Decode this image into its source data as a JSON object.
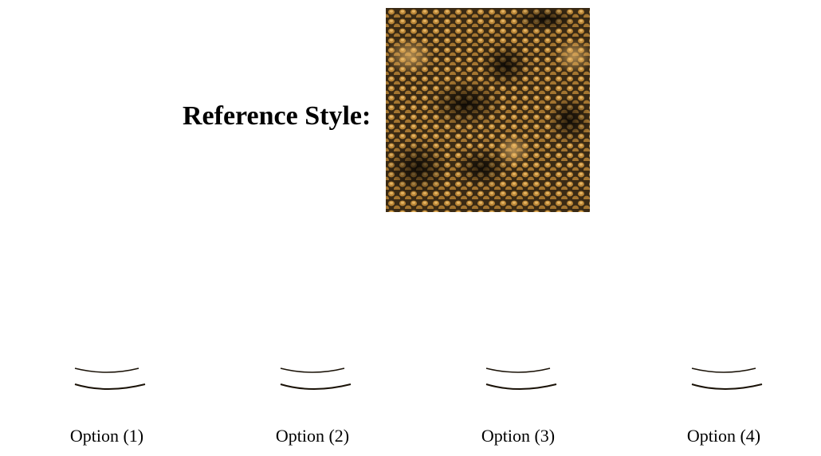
{
  "reference": {
    "label": "Reference Style:",
    "swatch_icon": "scaly-texture-swatch",
    "colors": {
      "base": "#3a2a14",
      "scale": "#c9953f",
      "shadow": "#120c04"
    }
  },
  "options": [
    {
      "label": "Option (1)",
      "icon": "chess-knight-textured"
    },
    {
      "label": "Option (2)",
      "icon": "chess-knight-textured"
    },
    {
      "label": "Option (3)",
      "icon": "chess-knight-textured"
    },
    {
      "label": "Option (4)",
      "icon": "chess-knight-textured"
    }
  ]
}
